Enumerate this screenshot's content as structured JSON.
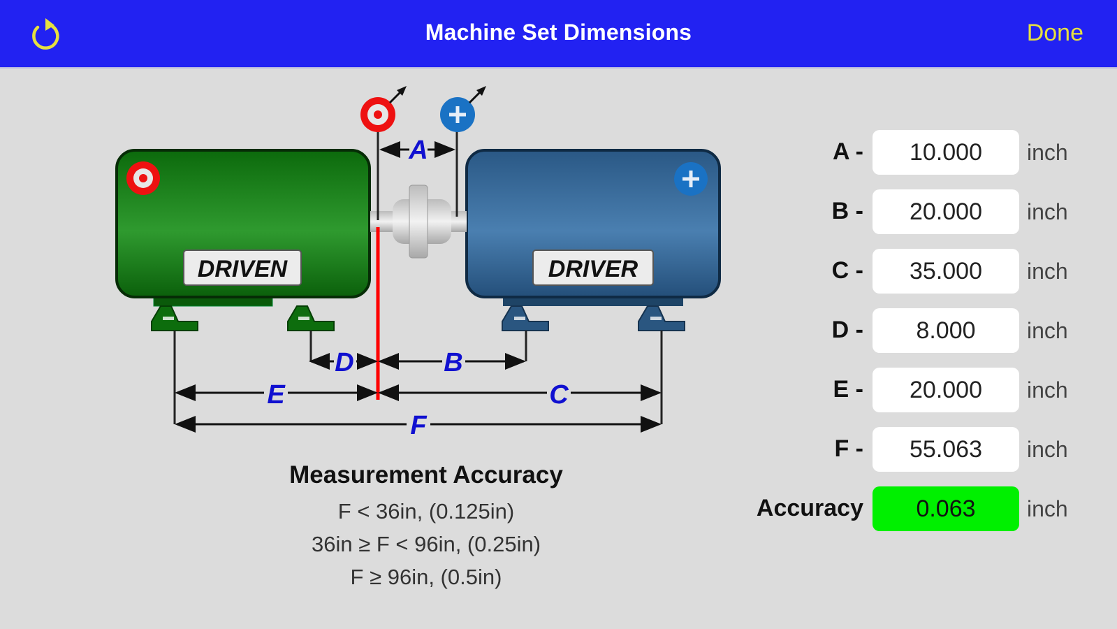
{
  "header": {
    "title": "Machine Set Dimensions",
    "done_label": "Done",
    "refresh_icon": "refresh-icon"
  },
  "colors": {
    "navbar": "#2222f2",
    "accent_yellow": "#e6e040",
    "driven_green": "#1e7a1e",
    "driver_blue": "#2f5f8f",
    "dimension_letters": "#1010d0",
    "reference_line": "#ff0000",
    "accuracy_ok": "#00f000"
  },
  "diagram": {
    "driven_label": "DRIVEN",
    "driver_label": "DRIVER",
    "dimension_labels": {
      "A": "A",
      "B": "B",
      "C": "C",
      "D": "D",
      "E": "E",
      "F": "F"
    },
    "icons": [
      "stationary-target-icon",
      "movable-plus-icon",
      "sensor-arrow-icon",
      "coupling-icon"
    ]
  },
  "legend": {
    "title": "Measurement Accuracy",
    "lines": [
      "F < 36in, (0.125in)",
      "36in ≥ F < 96in, (0.25in)",
      "F ≥ 96in, (0.5in)"
    ]
  },
  "form": {
    "rows": [
      {
        "label": "A -",
        "value": "10.000",
        "unit": "inch"
      },
      {
        "label": "B -",
        "value": "20.000",
        "unit": "inch"
      },
      {
        "label": "C -",
        "value": "35.000",
        "unit": "inch"
      },
      {
        "label": "D -",
        "value": "8.000",
        "unit": "inch"
      },
      {
        "label": "E -",
        "value": "20.000",
        "unit": "inch"
      },
      {
        "label": "F -",
        "value": "55.063",
        "unit": "inch"
      }
    ],
    "accuracy": {
      "label": "Accuracy",
      "value": "0.063",
      "unit": "inch"
    }
  }
}
